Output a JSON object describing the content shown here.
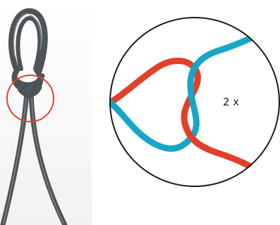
{
  "detail": {
    "repeat_label": "2 x"
  },
  "colors": {
    "rope": "#4d5357",
    "rope_shadow": "#30363a",
    "rope_highlight": "#7d8488",
    "highlight_ring": "#d9472b",
    "strand_red": "#e2402a",
    "strand_blue": "#17a6c8",
    "detail_border": "#1a1a1a",
    "background_fade": "#f2f2f2"
  },
  "icons": {
    "knot": "knot-illustration",
    "zoom": "magnified-detail-circle"
  }
}
